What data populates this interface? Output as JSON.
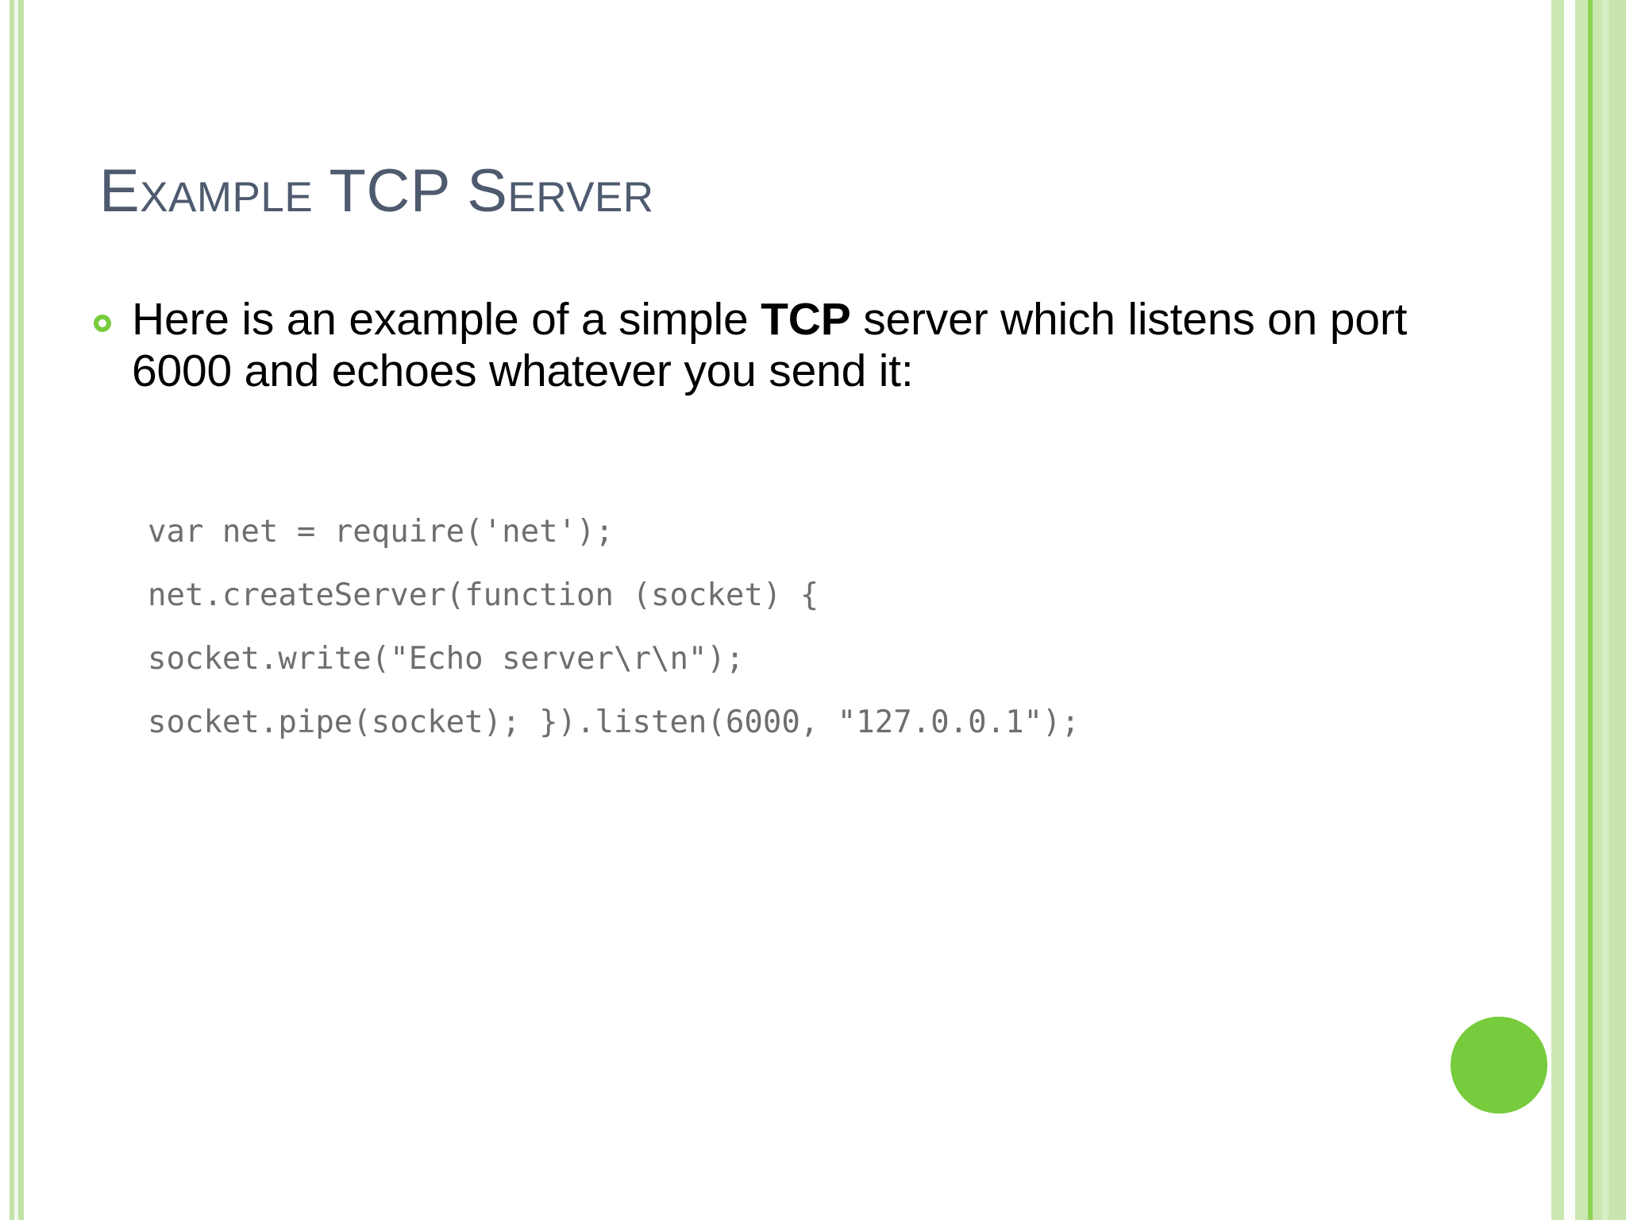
{
  "slide": {
    "title": "Example TCP Server",
    "body": {
      "lead_part1": "Here is an example of a simple ",
      "lead_emphasis": "TCP",
      "lead_part2": " server which listens on port 6000 and echoes whatever you send it:",
      "bullet_marker": "ring-bullet"
    },
    "code": {
      "line1": "var net = require('net');",
      "line2": "net.createServer(function (socket) {",
      "line3": "socket.write(\"Echo server\\r\\n\");",
      "line4": "socket.pipe(socket); }).listen(6000, \"127.0.0.1\");"
    },
    "decoration": {
      "dot": "green-circle",
      "accent_green": "#76cc3c",
      "pale_green": "#cbe7b2",
      "title_color": "#4e5a6e",
      "code_color": "#6e6e6e"
    }
  }
}
